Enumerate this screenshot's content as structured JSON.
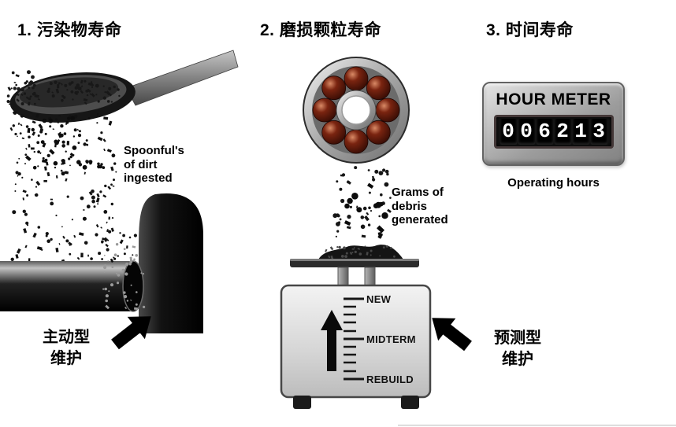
{
  "panel1": {
    "heading": "1. 污染物寿命",
    "caption": "Spoonful's\nof dirt\ningested",
    "maintenance_label": "主动型\n维护"
  },
  "panel2": {
    "heading": "2. 磨损颗粒寿命",
    "caption": "Grams of\ndebris\ngenerated",
    "scale_labels": [
      "NEW",
      "MIDTERM",
      "REBUILD"
    ],
    "maintenance_label": "预测型\n维护"
  },
  "panel3": {
    "heading": "3. 时间寿命",
    "meter_title": "HOUR METER",
    "meter_value": "006213",
    "caption": "Operating hours"
  },
  "colors": {
    "background": "#ffffff",
    "ink": "#000000",
    "metal_light": "#e4e4e4",
    "metal_dark": "#828282",
    "bearing_ball": "#7a2410"
  }
}
